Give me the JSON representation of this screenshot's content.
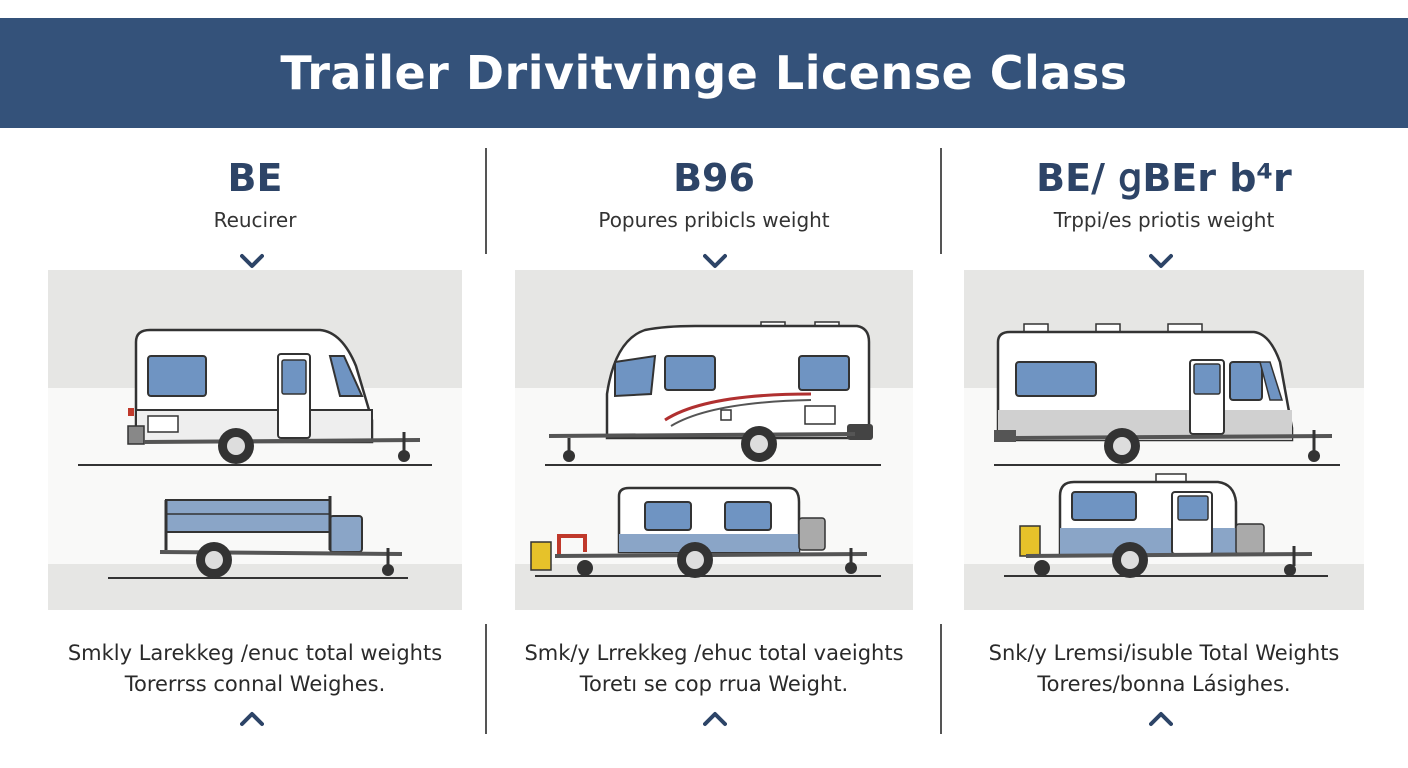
{
  "title": "Trailer Drivitvinge License Class",
  "columns": [
    {
      "heading": "BE",
      "subtitle": "Reucirer",
      "description_line1": "Smkly Larekkeg /enuc total weights",
      "description_line2": "Torerrss connal  Weighes."
    },
    {
      "heading": "B96",
      "subtitle": "Popures pribicls weight",
      "description_line1": "Smk/y Lrrekkeg /ehuc total vaeights",
      "description_line2": "Toretı se cop rrua Weight."
    },
    {
      "heading": "BE/ 𝗀BEr b⁴r",
      "subtitle": "Trppi/es priotis weight",
      "description_line1": "Snk/y Lremsi/isuble Total Weights",
      "description_line2": "Toreres/bonna Lásighes."
    }
  ],
  "icons": {
    "down": "chevron-down-icon",
    "up": "chevron-up-icon",
    "caravan": "caravan-trailer-icon",
    "utility": "utility-trailer-icon",
    "camper": "small-camper-trailer-icon"
  },
  "colors": {
    "header_bg": "#34527a",
    "heading": "#2d4467",
    "window_blue": "#6f94c2",
    "panel_bg": "#e6e6e4"
  }
}
